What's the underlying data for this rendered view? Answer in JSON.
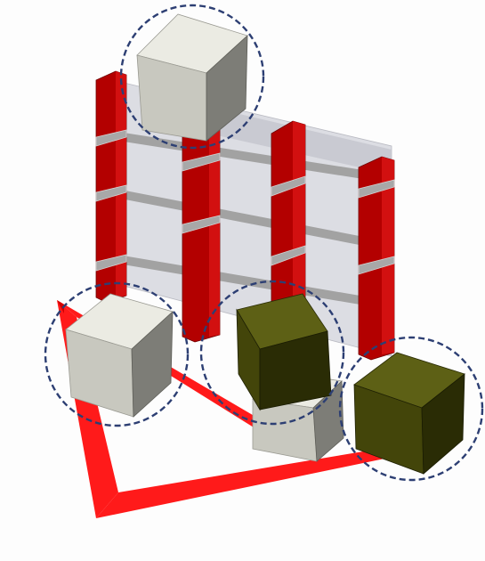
{
  "viewport": {
    "background": "#fdfdfd"
  },
  "colors": {
    "floor_marker": "#ff1a1a",
    "floor_marker_dark": "#d40000",
    "post_red": "#b30000",
    "post_red_light": "#d21010",
    "post_red_dark": "#6e0000",
    "post_band": "#a8a8a8",
    "post_band_light": "#d2d2d2",
    "panel_light": "#dcdde3",
    "panel_shade": "#c9cad2",
    "rail": "#a2a2a2",
    "cube_white_top": "#ebebe3",
    "cube_white_left": "#c8c8bf",
    "cube_white_right": "#7d7d77",
    "cube_olive_top": "#5d6015",
    "cube_olive_left": "#43450a",
    "cube_olive_right": "#2a2c05",
    "highlight_circle": "#2d3f73"
  },
  "objects": {
    "floor_marker": {
      "shape": "open-triangle-outline"
    },
    "rack_posts": {
      "count": 4,
      "color": "red",
      "bands_per_post": 3
    },
    "rack_shelves": {
      "count": 3
    },
    "cubes": [
      {
        "id": "top",
        "color": "white",
        "circled": true
      },
      {
        "id": "front-left",
        "color": "white",
        "circled": true
      },
      {
        "id": "front-middle",
        "color": "olive",
        "circled": true
      },
      {
        "id": "under-middle",
        "color": "white",
        "circled": false
      },
      {
        "id": "front-right",
        "color": "olive",
        "circled": true
      }
    ],
    "highlight_circles": {
      "count": 4,
      "style": "dashed"
    }
  }
}
